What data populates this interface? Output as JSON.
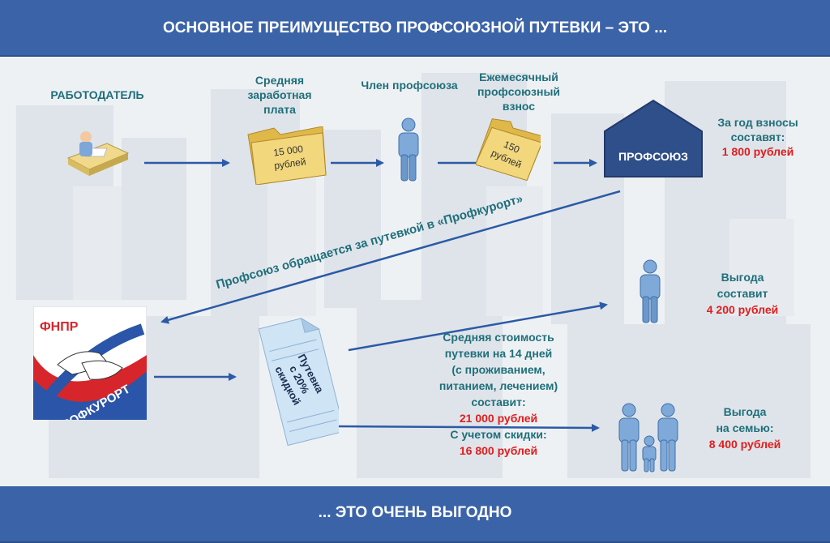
{
  "header": {
    "title": "ОСНОВНОЕ ПРЕИМУЩЕСТВО ПРОФСОЮЗНОЙ ПУТЕВКИ – ЭТО ..."
  },
  "footer": {
    "text": "... ЭТО ОЧЕНЬ ВЫГОДНО"
  },
  "employer": {
    "label": "РАБОТОДАТЕЛЬ"
  },
  "salary": {
    "label": "Средняя заработная плата",
    "amount": "15 000",
    "unit": "рублей"
  },
  "member": {
    "label": "Член профсоюза"
  },
  "fee": {
    "label": "Ежемесячный профсоюзный взнос",
    "amount": "150",
    "unit": "рублей"
  },
  "union": {
    "label": "ПРОФСОЮЗ"
  },
  "year_total": {
    "label": "За год взносы составят:",
    "amount": "1 800 рублей"
  },
  "request": {
    "text": "Профсоюз обращается за путевкой в «Профкурорт»"
  },
  "logo": {
    "top_text": "ФНПР",
    "bottom_text": "ПРОФКУРОРТ"
  },
  "voucher": {
    "line1": "Путевка",
    "line2": "с 20%",
    "line3": "скидкой"
  },
  "cost": {
    "line1": "Средняя стоимость",
    "line2": "путевки на 14 дней",
    "line3": "(с проживанием,",
    "line4": "питанием, лечением)",
    "line5": "составит:",
    "price": "21 000 рублей",
    "discount_label": "С учетом скидки:",
    "discount_price": "16 800 рублей"
  },
  "benefit_single": {
    "line1": "Выгода",
    "line2": "составит",
    "amount": "4 200 рублей"
  },
  "benefit_family": {
    "line1": "Выгода",
    "line2": "на семью:",
    "amount": "8 400 рублей"
  },
  "colors": {
    "banner": "#3b63a8",
    "teal_text": "#1f6f7a",
    "red_text": "#e01d1d",
    "arrow": "#2b5aa6"
  }
}
